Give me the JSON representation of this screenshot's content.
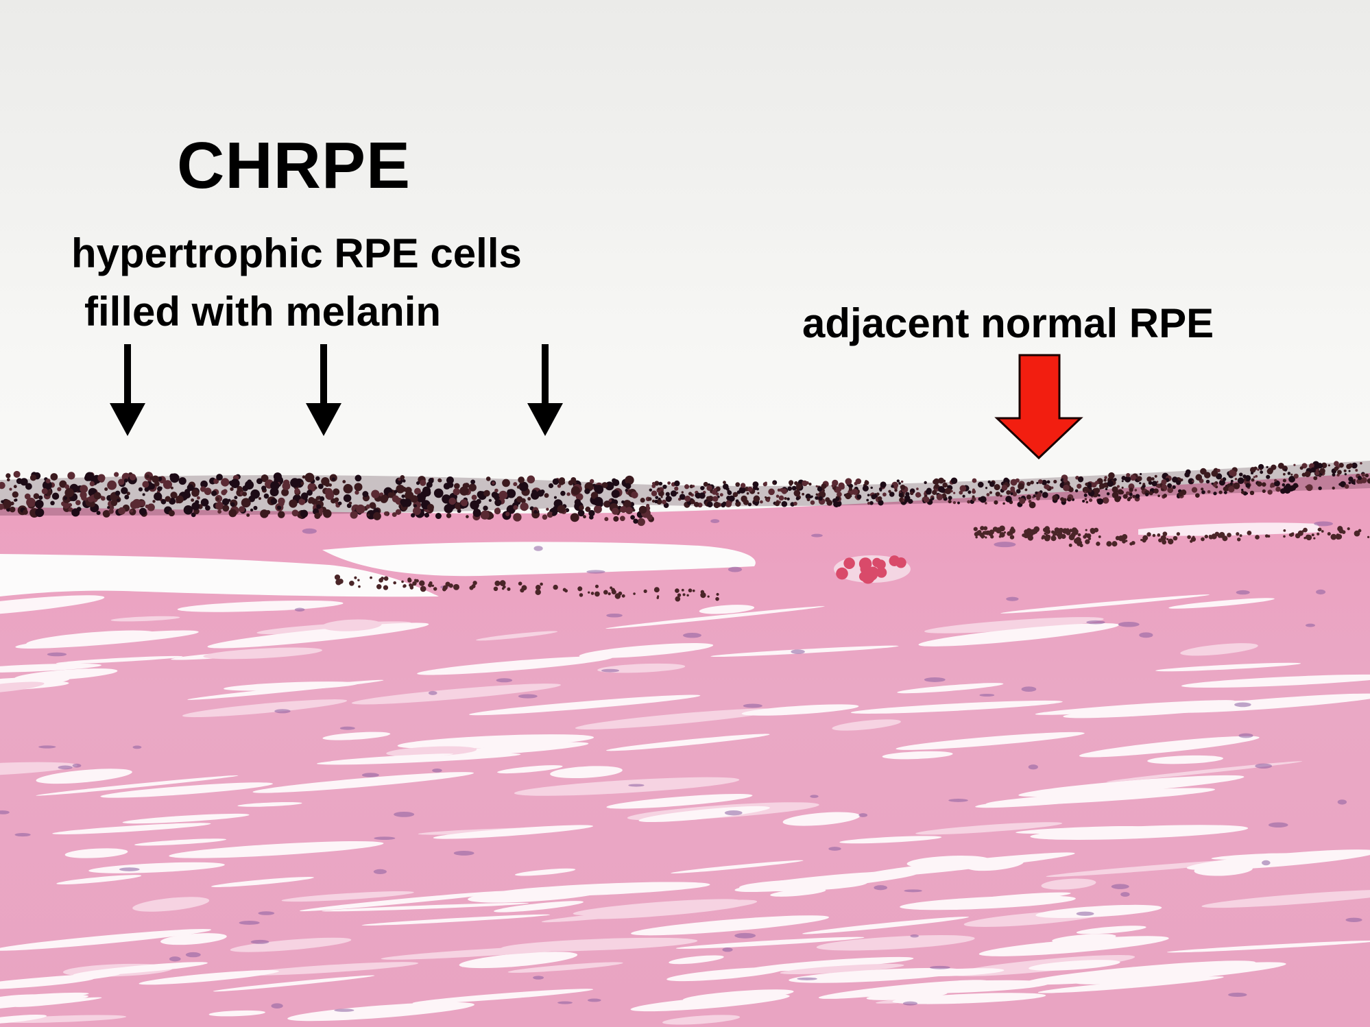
{
  "labels": {
    "title": "CHRPE",
    "hypertrophic_line1": "hypertrophic RPE cells",
    "hypertrophic_line2": "filled with melanin",
    "normal_rpe": "adjacent normal RPE"
  },
  "colors": {
    "background": "#fbfbf9",
    "stroma_pink": "#eaa6c3",
    "pigment_dark": "#2a1220",
    "red_arrow": "#f21e10",
    "black_arrow": "#000000"
  },
  "icons": [
    "arrow-down-icon",
    "red-arrow-down-icon"
  ]
}
